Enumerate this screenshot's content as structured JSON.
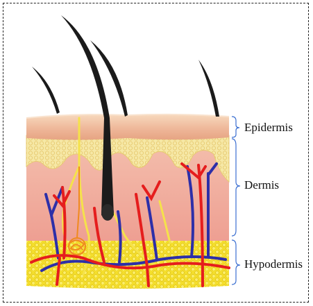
{
  "layers": [
    {
      "id": "epidermis",
      "label": "Epidermis"
    },
    {
      "id": "dermis",
      "label": "Dermis"
    },
    {
      "id": "hypodermis",
      "label": "Hypodermis"
    }
  ],
  "colors": {
    "epidermis_top": "#f3c9a8",
    "epidermis_mid": "#e9a98a",
    "papillary": "#f6e7a3",
    "dermis": "#f2b2a4",
    "fat": "#f3df2e",
    "artery": "#e51d1d",
    "vein": "#2d2fa8",
    "nerve": "#f5e24a",
    "hair": "#1b1b1b",
    "bracket": "#3b6fd1"
  }
}
